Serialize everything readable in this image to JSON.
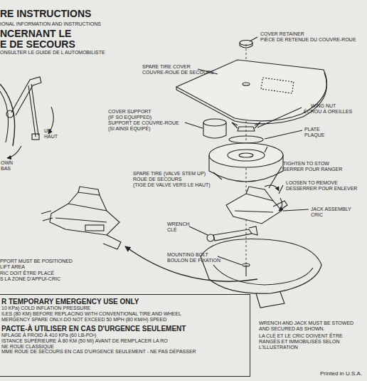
{
  "diagram": {
    "title": "RE INSTRUCTIONS",
    "nodes": [
      {
        "text": [
          "R TEMPORARY EMERGENCY USE ONLY",
          "10 KPa) COLD INFLATION PRESSURE",
          "ILES (80 KM) BEFORE REPLACING WITH CONVENTIONAL TIRE AND WHEEL",
          "MERGENCY SPARE ONLY-DO NOT EXCEED 50 MPH (80 KM/H) SPEED",
          "PACTE-À UTILISER EN CAS D'URGENCE SEULEMENT",
          "NFLAGE À FROID À 410 KPa (60 LB-PO²)",
          "ISTANCE SUPÉRIEURE À 80 KM (50 MI) AVANT DE REMPLACER LA RO",
          "NE ROUE CLASSIQUE",
          "MME ROUE DE SECOURS EN CAS D'URGENCE SEULEMENT - NE PAS DÉPASSER"
        ]
      }
    ],
    "labels": [
      "IONAL INFORMATION AND INSTRUCTIONS",
      "NCERNANT LE",
      "E DE SECOURS",
      "ONSULTER LE GUIDE DE L AUTOMOBILISTE",
      "COVER RETAINER",
      "PIÈCE DE RETENUE DU COUVRE-ROUE",
      "SPARE TIRE COVER",
      "COUVRE-ROUE DE SECOURS",
      "WING NUT",
      "ÉCROU À OREILLES",
      "COVER SUPPORT",
      "(IF SO EQUIPPED)",
      "SUPPORT DE COUVRE-ROUE",
      "(SI AINSI ÉQUIPÉ)",
      "PLATE",
      "PLAQUE",
      "UP",
      "HAUT",
      "OWN",
      "BAS",
      "TIGHTEN TO STOW",
      "SERRER POUR RANGER",
      "SPARE TIRE (VALVE STEM UP)",
      "ROUE DE SECOURS",
      "(TIGE DE VALVE VERS LE HAUT)",
      "LOOSEN TO REMOVE",
      "DESSERRER POUR ENLEVER",
      "JACK ASSEMBLY",
      "CRIC",
      "WRENCH",
      "CLÉ",
      "MOUNTING BOLT",
      "BOULON DE FIXATION",
      "PPORT MUST BE POSITIONED",
      "LIFT AREA",
      "RIC DOIT ÊTRE PLACÉ",
      "S LA ZONE D'APPUI-CRIC",
      "WRENCH AND JACK MUST BE STOWED",
      "AND SECURED AS SHOWN.",
      "LA CLÉ ET LE CRIC DOIVENT ÊTRE",
      "RANGÉS ET IMMOBILISÉS SELON",
      "L'ILLUSTRATION",
      "Printed in U.S.A."
    ]
  }
}
